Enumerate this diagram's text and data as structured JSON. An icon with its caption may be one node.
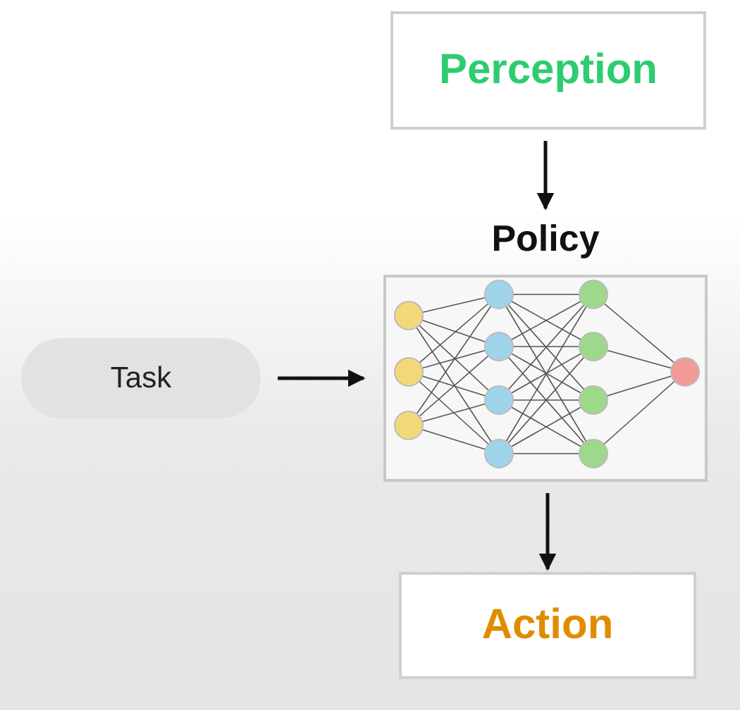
{
  "diagram": {
    "nodes": [
      {
        "text": [
          "Perception"
        ]
      },
      {
        "text": [
          "Policy"
        ]
      },
      {
        "text": [
          "Task"
        ]
      },
      {
        "text": [
          "Action"
        ]
      }
    ],
    "edges": [
      {
        "from": 0,
        "to": 1,
        "arrow": "to"
      },
      {
        "from": 2,
        "to": 1,
        "arrow": "to"
      },
      {
        "from": 1,
        "to": 3,
        "arrow": "to"
      }
    ]
  }
}
